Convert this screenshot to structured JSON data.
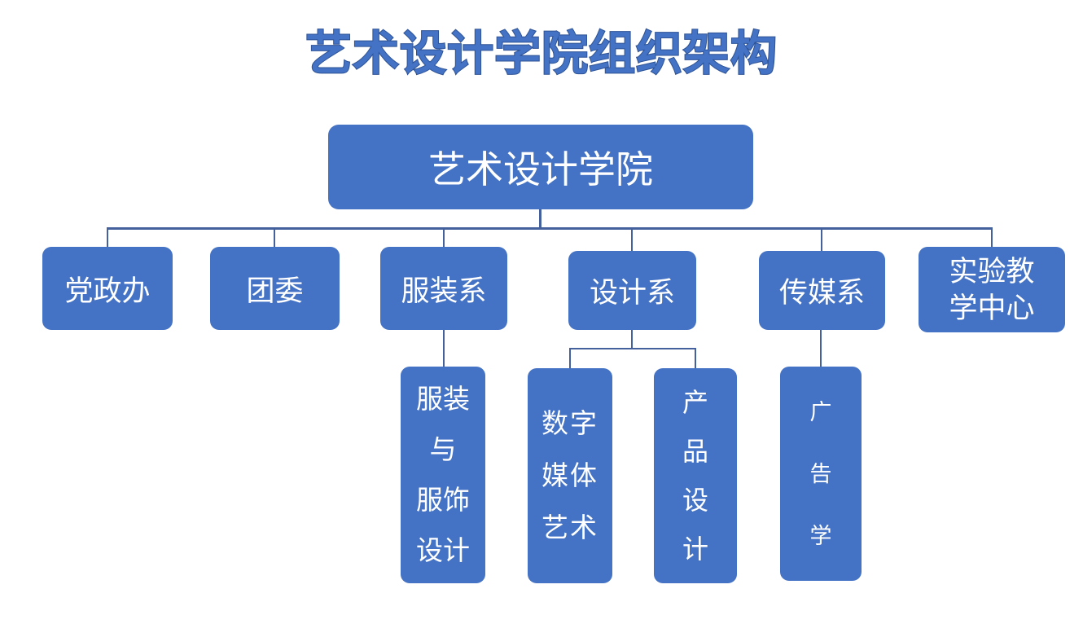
{
  "title": "艺术设计学院组织架构",
  "org_chart": {
    "type": "org-tree",
    "root": {
      "label": "艺术设计学院"
    },
    "departments": [
      {
        "label": "党政办",
        "parent": "艺术设计学院"
      },
      {
        "label": "团委",
        "parent": "艺术设计学院"
      },
      {
        "label": "服装系",
        "parent": "艺术设计学院"
      },
      {
        "label": "设计系",
        "parent": "艺术设计学院"
      },
      {
        "label": "传媒系",
        "parent": "艺术设计学院"
      },
      {
        "label": "实验教\n学中心",
        "parent": "艺术设计学院"
      }
    ],
    "programs": [
      {
        "label": "服装\n与\n服饰\n设计",
        "parent": "服装系"
      },
      {
        "label": "数字\n媒体\n艺术",
        "parent": "设计系"
      },
      {
        "label": "产\n品\n设\n计",
        "parent": "设计系"
      },
      {
        "label": "广\n告\n学",
        "parent": "传媒系"
      }
    ]
  },
  "colors": {
    "background": "#FFFFFF",
    "box_fill": "#4472C4",
    "box_text": "#FFFFFF",
    "connector": "#44619D",
    "title_fill": "#4472C4",
    "title_outline": "#2E5395"
  }
}
